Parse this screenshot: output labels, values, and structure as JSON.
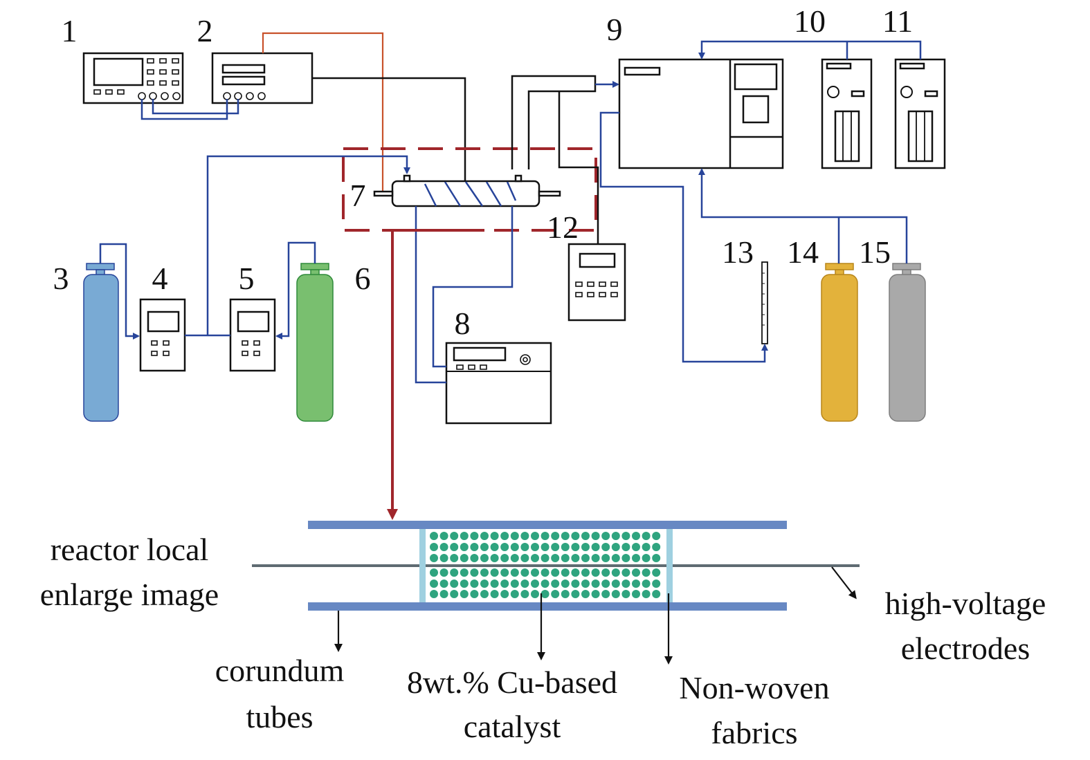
{
  "numbers": {
    "n1": "1",
    "n2": "2",
    "n3": "3",
    "n4": "4",
    "n5": "5",
    "n6": "6",
    "n7": "7",
    "n8": "8",
    "n9": "9",
    "n10": "10",
    "n11": "11",
    "n12": "12",
    "n13": "13",
    "n14": "14",
    "n15": "15"
  },
  "captions": {
    "enlarge_line1": "reactor local",
    "enlarge_line2": "enlarge image",
    "electrodes_line1": "high-voltage",
    "electrodes_line2": "electrodes",
    "tubes_line1": "corundum",
    "tubes_line2": "tubes",
    "catalyst_line1": "8wt.% Cu-based",
    "catalyst_line2": "catalyst",
    "fabric_line1": "Non-woven",
    "fabric_line2": "fabrics"
  },
  "colors": {
    "gas_line": "#27449a",
    "hv_line": "#c8512a",
    "zoom_frame": "#a0262b",
    "cylinder_3": "#79aad4",
    "cylinder_6": "#79bf6f",
    "cylinder_14": "#e3b23b",
    "cylinder_15": "#a9a9a9",
    "tube_wall": "#6788c3",
    "fabric": "#9fd0e0",
    "catalyst_bead": "#2fa47f"
  }
}
